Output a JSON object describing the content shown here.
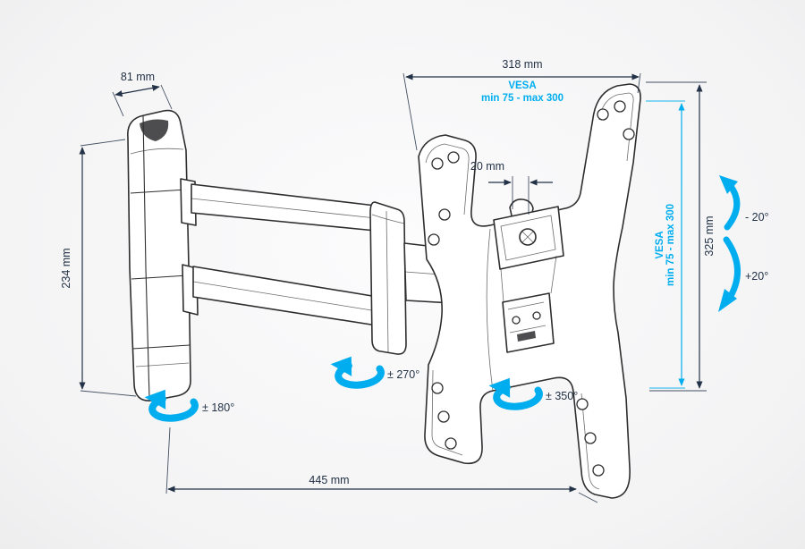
{
  "colors": {
    "background": "#f4f4f5",
    "ink": "#2e2e30",
    "text": "#233246",
    "accent": "#00aeef"
  },
  "labels": {
    "arm_depth": "81 mm",
    "wall_plate_height": "234 mm",
    "plate_width": "318 mm",
    "vesa_h_1": "VESA",
    "vesa_h_2": "min 75 - max 300",
    "center_offset": "20 mm",
    "vesa_v_1": "VESA",
    "vesa_v_2": "min 75 - max 300",
    "plate_height": "325 mm",
    "reach": "445 mm",
    "tilt_up": "- 20°",
    "tilt_down": "+20°",
    "swivel_base": "± 180°",
    "swivel_elbow": "± 270°",
    "swivel_plate": "± 350°"
  }
}
